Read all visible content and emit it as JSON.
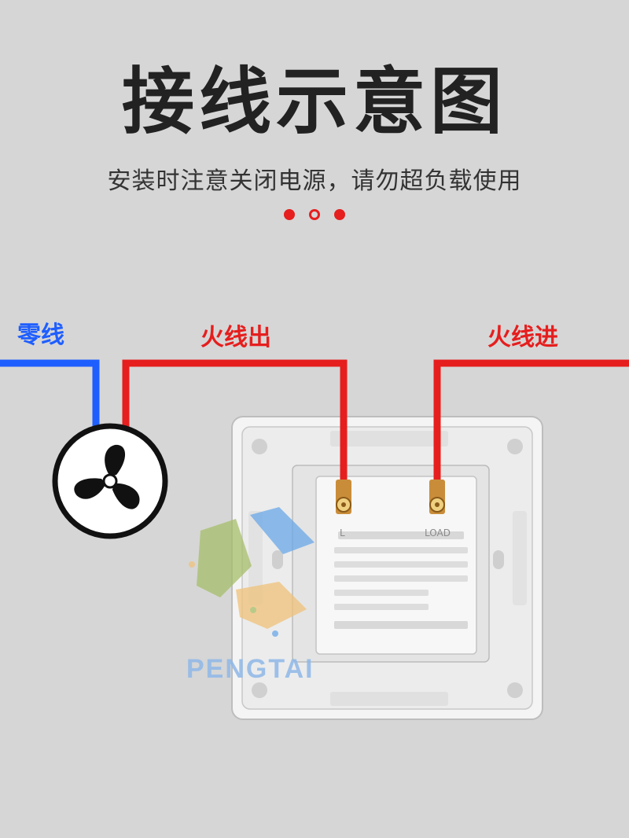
{
  "header": {
    "title": "接线示意图",
    "subtitle": "安装时注意关闭电源，请勿超负载使用"
  },
  "labels": {
    "neutral": "零线",
    "live_out": "火线出",
    "live_in": "火线进"
  },
  "switch_back": {
    "terminal_left": "L",
    "terminal_right": "LOAD",
    "watermark": "PENGTAI"
  },
  "colors": {
    "neutral_wire": "#1e5eff",
    "live_wire": "#e61e1e",
    "background": "#d6d6d6"
  },
  "icons": [
    "fan-icon"
  ]
}
